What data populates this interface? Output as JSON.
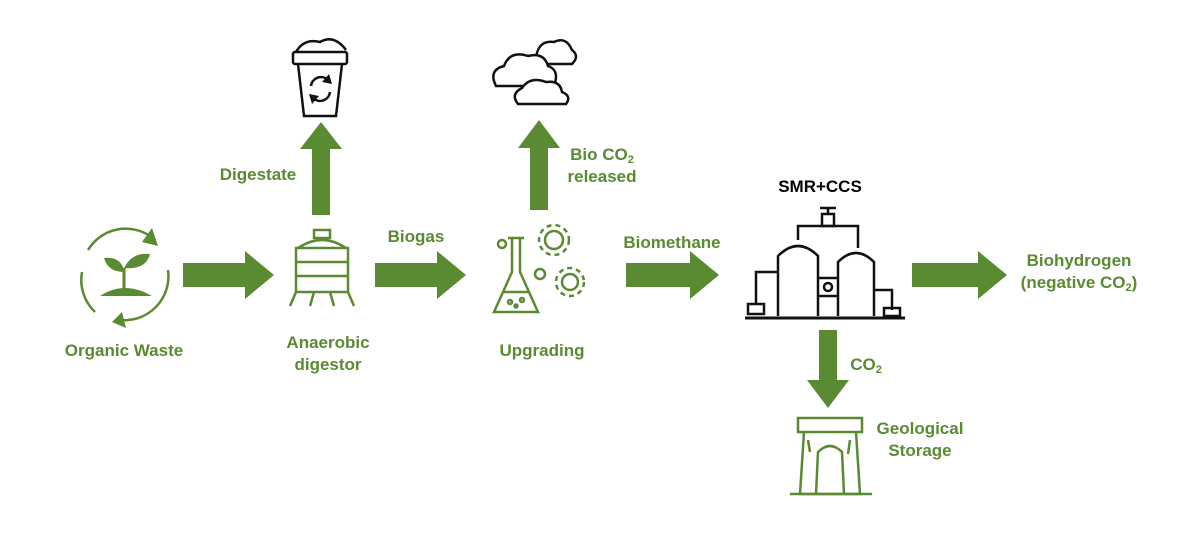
{
  "colors": {
    "accent": "#5a8a32",
    "arrow": "#5a8a32",
    "icon_dark": "#111111"
  },
  "nodes": {
    "organic_waste": {
      "label": "Organic Waste",
      "icon": "sprout-recycle-icon"
    },
    "anaerobic_digestor": {
      "label_line1": "Anaerobic",
      "label_line2": "digestor",
      "icon": "digestor-tank-icon"
    },
    "digestate": {
      "icon": "recycle-bin-icon"
    },
    "upgrading": {
      "label": "Upgrading",
      "icon": "flask-gears-icon"
    },
    "bio_co2": {
      "icon": "clouds-icon"
    },
    "smr_ccs": {
      "label": "SMR+CCS",
      "icon": "industrial-plant-icon"
    },
    "geological_storage": {
      "label_line1": "Geological",
      "label_line2": "Storage",
      "icon": "cave-icon"
    }
  },
  "flows": {
    "digestate": {
      "label": "Digestate"
    },
    "biogas": {
      "label": "Biogas"
    },
    "bio_co2": {
      "label_prefix": "Bio CO",
      "label_sub": "2",
      "label_line2": "released"
    },
    "biomethane": {
      "label": "Biomethane"
    },
    "co2": {
      "label_prefix": "CO",
      "label_sub": "2"
    },
    "biohydrogen": {
      "label_line1": "Biohydrogen",
      "label_prefix": "(negative CO",
      "label_sub": "2",
      "label_suffix": ")"
    }
  }
}
